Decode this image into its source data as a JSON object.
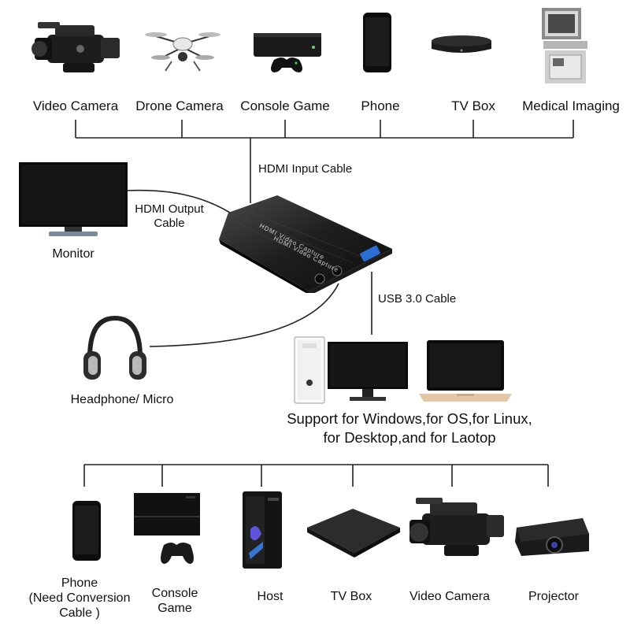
{
  "top_sources": [
    {
      "label": "Video Camera"
    },
    {
      "label": "Drone Camera"
    },
    {
      "label": "Console Game"
    },
    {
      "label": "Phone"
    },
    {
      "label": "TV Box"
    },
    {
      "label": "Medical Imaging"
    }
  ],
  "cables": {
    "hdmi_input": "HDMI Input Cable",
    "hdmi_output_line1": "HDMI Output",
    "hdmi_output_line2": "Cable",
    "usb": "USB 3.0 Cable"
  },
  "device_text": {
    "line1": "HDMI Video Capture",
    "line2": "HDMI Video Capture"
  },
  "monitor_label": "Monitor",
  "headphone_label": "Headphone/ Micro",
  "support": {
    "line1": "Support for Windows,for OS,for Linux,",
    "line2": "for Desktop,and for Laotop"
  },
  "bottom_targets": {
    "phone_l1": "Phone",
    "phone_l2": "(Need Conversion",
    "phone_l3": "Cable )",
    "console_l1": "Console",
    "console_l2": "Game",
    "host": "Host",
    "tvbox": "TV Box",
    "camera": "Video Camera",
    "projector": "Projector"
  }
}
